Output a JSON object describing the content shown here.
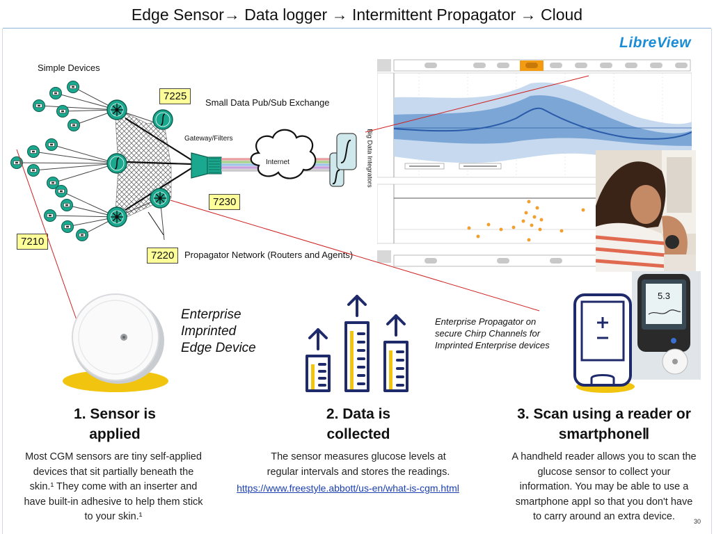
{
  "slide": {
    "title": "Edge Sensor→ Data logger → Intermittent Propagator →  Cloud",
    "page_number": "30"
  },
  "diagram": {
    "simple_devices": "Simple Devices",
    "pubsub_label": "Small Data Pub/Sub Exchange",
    "gateway_label": "Gateway/Filters",
    "internet_label": "Internet",
    "integrators_label": "Big Data Integrators",
    "propagator_network_label": "Propagator Network (Routers and Agents)",
    "ref_7225": "7225",
    "ref_7230": "7230",
    "ref_7210": "7210",
    "ref_7220": "7220"
  },
  "brand": {
    "libreview": "LibreView",
    "accent_color": "#1a8dd6",
    "teal_color": "#1aa88e",
    "navy_color": "#1f2a6b",
    "yellow_color": "#f1c40f"
  },
  "annotations": {
    "edge_device": [
      "Enterprise",
      "Imprinted",
      "Edge Device"
    ],
    "propagator": [
      "Enterprise Propagator on",
      "secure Chirp Channels for",
      "Imprinted Enterprise devices"
    ]
  },
  "reader_display": "5.3",
  "steps": [
    {
      "title_line1": "1. Sensor is",
      "title_line2": "applied",
      "desc_lines": [
        "Most CGM sensors are tiny self-applied",
        "devices that sit partially beneath the",
        "skin.¹ They come with an inserter and",
        "have built-in adhesive to help them stick",
        "to your skin.¹"
      ]
    },
    {
      "title_line1": "2. Data is",
      "title_line2": "collected",
      "desc_lines": [
        "The sensor measures glucose levels at",
        "regular intervals and stores the readings."
      ]
    },
    {
      "title_line1": "3. Scan using a reader or",
      "title_line2": "smartphoneⅡ",
      "desc_lines": [
        "A handheld reader allows you to scan the",
        "glucose sensor to collect your",
        "information. You may be able to use a",
        "smartphone appⅠ so that you don't have",
        "to carry around an extra device."
      ]
    }
  ],
  "source_url": "https://www.freestyle.abbott/us-en/what-is-cgm.html"
}
